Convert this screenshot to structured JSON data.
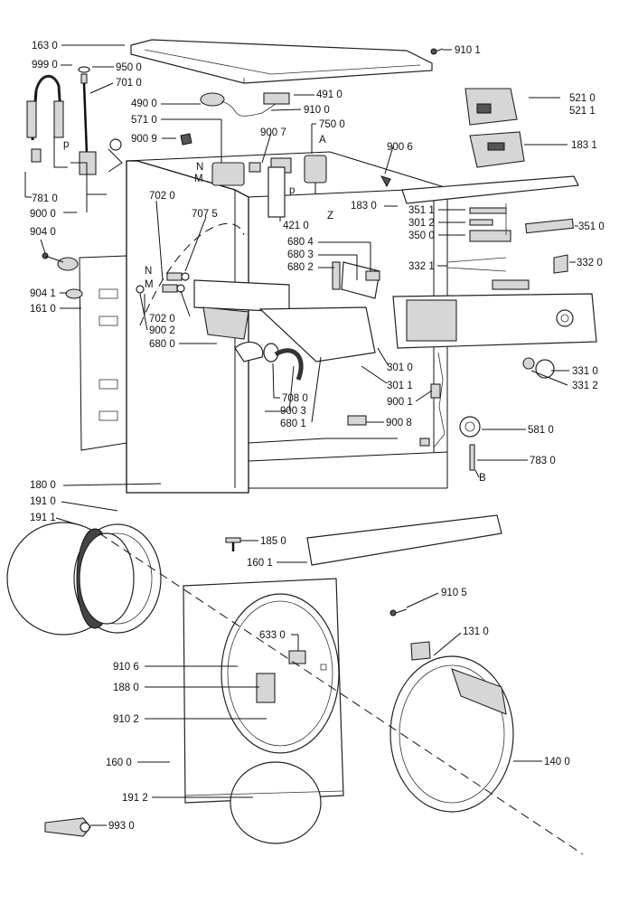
{
  "callouts": [
    {
      "id": "163_0",
      "text": "163 0"
    },
    {
      "id": "999_0",
      "text": "999 0"
    },
    {
      "id": "950_0",
      "text": "950 0"
    },
    {
      "id": "701_0",
      "text": "701 0"
    },
    {
      "id": "910_1",
      "text": "910 1"
    },
    {
      "id": "490_0",
      "text": "490 0"
    },
    {
      "id": "491_0",
      "text": "491 0"
    },
    {
      "id": "910_0",
      "text": "910 0"
    },
    {
      "id": "571_0",
      "text": "571 0"
    },
    {
      "id": "750_0",
      "text": "750 0"
    },
    {
      "id": "900_9",
      "text": "900 9"
    },
    {
      "id": "900_7",
      "text": "900 7"
    },
    {
      "id": "900_6",
      "text": "900 6"
    },
    {
      "id": "521_0",
      "text": "521 0"
    },
    {
      "id": "521_1",
      "text": "521 1"
    },
    {
      "id": "183_1",
      "text": "183 1"
    },
    {
      "id": "781_0",
      "text": "781 0"
    },
    {
      "id": "900_0",
      "text": "900 0"
    },
    {
      "id": "702_0a",
      "text": "702 0"
    },
    {
      "id": "707_5",
      "text": "707 5"
    },
    {
      "id": "421_0",
      "text": "421 0"
    },
    {
      "id": "183_0",
      "text": "183 0"
    },
    {
      "id": "351_1",
      "text": "351 1"
    },
    {
      "id": "301_2",
      "text": "301 2"
    },
    {
      "id": "350_0",
      "text": "350 0"
    },
    {
      "id": "351_0",
      "text": "351 0"
    },
    {
      "id": "904_0",
      "text": "904 0"
    },
    {
      "id": "680_4",
      "text": "680 4"
    },
    {
      "id": "680_3",
      "text": "680 3"
    },
    {
      "id": "680_2",
      "text": "680 2"
    },
    {
      "id": "332_1",
      "text": "332 1"
    },
    {
      "id": "332_0",
      "text": "332 0"
    },
    {
      "id": "904_1",
      "text": "904 1"
    },
    {
      "id": "161_0",
      "text": "161 0"
    },
    {
      "id": "702_0b",
      "text": "702 0"
    },
    {
      "id": "900_2",
      "text": "900 2"
    },
    {
      "id": "680_0",
      "text": "680 0"
    },
    {
      "id": "301_0",
      "text": "301 0"
    },
    {
      "id": "331_0",
      "text": "331 0"
    },
    {
      "id": "331_2",
      "text": "331 2"
    },
    {
      "id": "301_1",
      "text": "301 1"
    },
    {
      "id": "900_1",
      "text": "900 1"
    },
    {
      "id": "708_0",
      "text": "708 0"
    },
    {
      "id": "900_3",
      "text": "900 3"
    },
    {
      "id": "680_1",
      "text": "680 1"
    },
    {
      "id": "900_8",
      "text": "900 8"
    },
    {
      "id": "581_0",
      "text": "581 0"
    },
    {
      "id": "783_0",
      "text": "783 0"
    },
    {
      "id": "180_0",
      "text": "180 0"
    },
    {
      "id": "191_0",
      "text": "191 0"
    },
    {
      "id": "191_1",
      "text": "191 1"
    },
    {
      "id": "185_0",
      "text": "185 0"
    },
    {
      "id": "160_1",
      "text": "160 1"
    },
    {
      "id": "910_5",
      "text": "910 5"
    },
    {
      "id": "633_0",
      "text": "633 0"
    },
    {
      "id": "131_0",
      "text": "131 0"
    },
    {
      "id": "910_6",
      "text": "910 6"
    },
    {
      "id": "188_0",
      "text": "188 0"
    },
    {
      "id": "910_2",
      "text": "910 2"
    },
    {
      "id": "160_0",
      "text": "160 0"
    },
    {
      "id": "140_0",
      "text": "140 0"
    },
    {
      "id": "191_2",
      "text": "191 2"
    },
    {
      "id": "993_0",
      "text": "993 0"
    }
  ],
  "markers": {
    "A": "A",
    "B": "B",
    "Z": "Z",
    "p1": "p",
    "p2": "p",
    "N1": "N",
    "M1": "M",
    "N2": "N",
    "M2": "M"
  }
}
